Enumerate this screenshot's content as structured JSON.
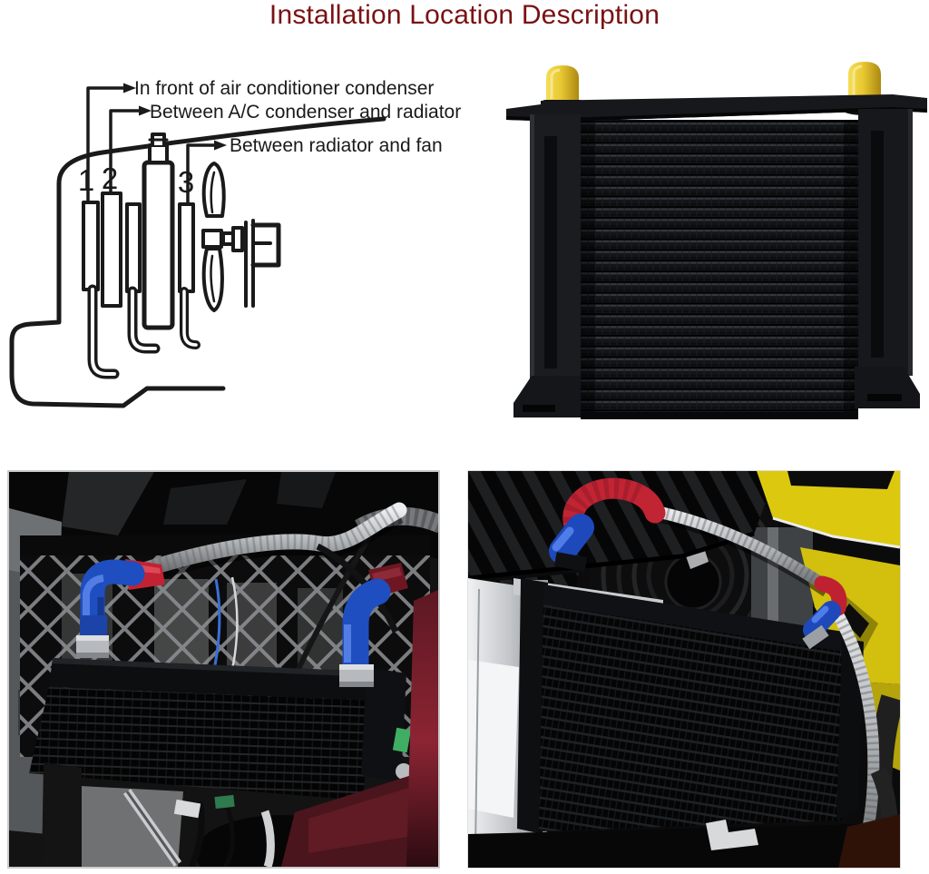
{
  "header": {
    "title": "Installation Location Description"
  },
  "diagram": {
    "callouts": [
      {
        "number": "1",
        "label": "In front of air conditioner condenser"
      },
      {
        "number": "2",
        "label": "Between A/C condenser and radiator"
      },
      {
        "number": "3",
        "label": "Between radiator and fan"
      }
    ]
  },
  "palette": {
    "title_red": "#7a1113",
    "diagram_ink": "#1a1a1a",
    "cap_yellow": "#e8c832",
    "cooler_black": "#131417",
    "fitting_blue": "#1e4ec0",
    "fitting_red": "#c22232",
    "braided_hose_silver": "#b7babd",
    "car_body_yellow": "#dcc90f",
    "panel_red": "#8c2433"
  }
}
